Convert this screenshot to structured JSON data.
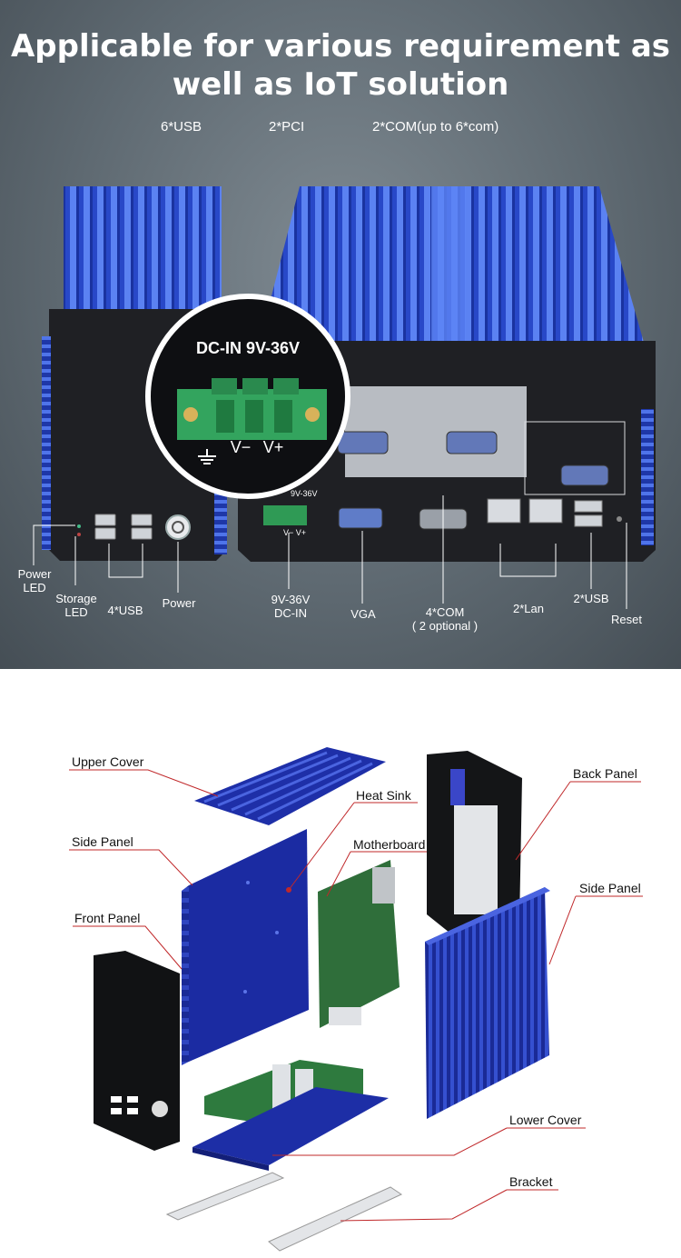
{
  "hero": {
    "headline_line1": "Applicable for various requirement  as",
    "headline_line2": "well as IoT solution",
    "specs": [
      "6*USB",
      "2*PCI",
      "2*COM(up to 6*com)"
    ],
    "zoom": {
      "title": "DC-IN 9V-36V",
      "pins": [
        "V−",
        "V+"
      ]
    },
    "panel_text": {
      "dc_small": "9V-36V",
      "dc_pins": "V−  V+"
    },
    "labels": {
      "power_led": [
        "Power",
        "LED"
      ],
      "storage_led": [
        "Storage",
        "LED"
      ],
      "usb4": "4*USB",
      "power": "Power",
      "dcin": [
        "9V-36V",
        "DC-IN"
      ],
      "vga": "VGA",
      "com": [
        "4*COM",
        "( 2 optional )"
      ],
      "lan": "2*Lan",
      "usb2": "2*USB",
      "reset": "Reset"
    }
  },
  "parts": {
    "upper_cover": "Upper Cover",
    "heat_sink": "Heat Sink",
    "side_panel_left": "Side Panel",
    "motherboard": "Motherboard",
    "front_panel": "Front Panel",
    "back_panel": "Back Panel",
    "side_panel_right": "Side Panel",
    "lower_cover": "Lower Cover",
    "bracket": "Bracket"
  },
  "colors": {
    "heatsink_blue": "#2f55d8",
    "exploded_blue": "#1a2fa0",
    "leader_line": "#c0282a",
    "panel_black": "#1e1f22",
    "terminal_green": "#2f9a55"
  }
}
